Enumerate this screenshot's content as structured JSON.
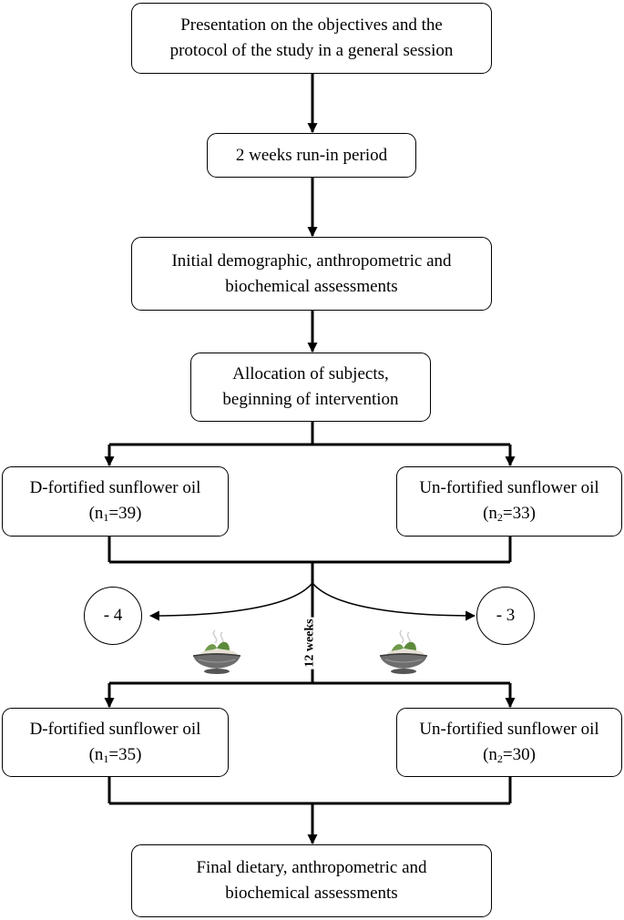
{
  "steps": {
    "presentation": {
      "line1": "Presentation on the objectives and the",
      "line2": "protocol of the study in a general session"
    },
    "run_in": {
      "line1": "2 weeks run-in period"
    },
    "initial_assessment": {
      "line1": "Initial demographic, anthropometric and",
      "line2": "biochemical assessments"
    },
    "allocation": {
      "line1": "Allocation of subjects,",
      "line2": "beginning of intervention"
    },
    "final_assessment": {
      "line1": "Final dietary, anthropometric and",
      "line2": "biochemical assessments"
    }
  },
  "groups_baseline": {
    "fortified": {
      "label": "D-fortified sunflower oil",
      "n_open": "(n",
      "n_sub": "1",
      "n_value": "=39)"
    },
    "unfortified": {
      "label": "Un-fortified sunflower oil",
      "n_open": "(n",
      "n_sub": "2",
      "n_value": "=33)"
    }
  },
  "groups_final": {
    "fortified": {
      "label": "D-fortified sunflower oil",
      "n_open": "(n",
      "n_sub": "1",
      "n_value": "=35)"
    },
    "unfortified": {
      "label": "Un-fortified sunflower oil",
      "n_open": "(n",
      "n_sub": "2",
      "n_value": "=30)"
    }
  },
  "dropouts": {
    "fortified": "- 4",
    "unfortified": "- 3"
  },
  "duration_label": "12 weeks",
  "icons": {
    "food": "food-bowl-icon"
  }
}
